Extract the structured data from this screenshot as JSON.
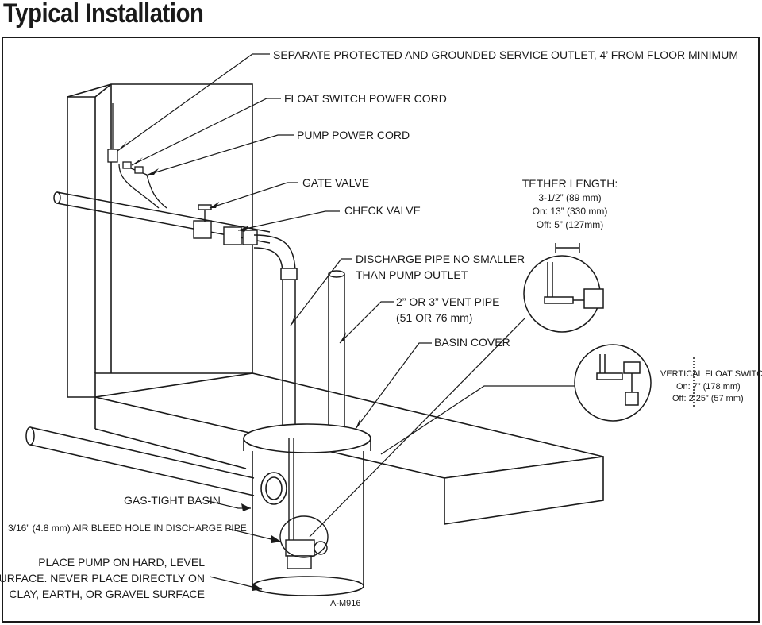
{
  "title": "Typical Installation",
  "labels": {
    "outlet": "SEPARATE PROTECTED AND GROUNDED SERVICE OUTLET, 4’ FROM FLOOR MINIMUM",
    "float_cord": "FLOAT SWITCH POWER CORD",
    "pump_cord": "PUMP POWER CORD",
    "gate_valve": "GATE VALVE",
    "check_valve": "CHECK VALVE",
    "discharge_1": "DISCHARGE PIPE NO SMALLER",
    "discharge_2": "THAN PUMP OUTLET",
    "vent_1": "2” OR 3” VENT PIPE",
    "vent_2": "(51 OR 76 mm)",
    "basin_cover": "BASIN COVER",
    "gas_basin": "GAS-TIGHT BASIN",
    "air_bleed": "3/16” (4.8 mm) AIR BLEED HOLE IN DISCHARGE PIPE",
    "place_1": "PLACE PUMP ON HARD, LEVEL",
    "place_2": "SURFACE. NEVER PLACE DIRECTLY ON",
    "place_3": "CLAY, EARTH, OR GRAVEL SURFACE",
    "code": "A-M916"
  },
  "tether": {
    "heading": "TETHER  LENGTH:",
    "line1": "3-1/2” (89 mm)",
    "line2": "On: 13” (330 mm)",
    "line3": "Off: 5” (127mm)"
  },
  "vertical_switch": {
    "heading": "VERTICAL FLOAT SWITCH",
    "on": "On: 7” (178 mm)",
    "off": "Off: 2.25” (57 mm)"
  }
}
